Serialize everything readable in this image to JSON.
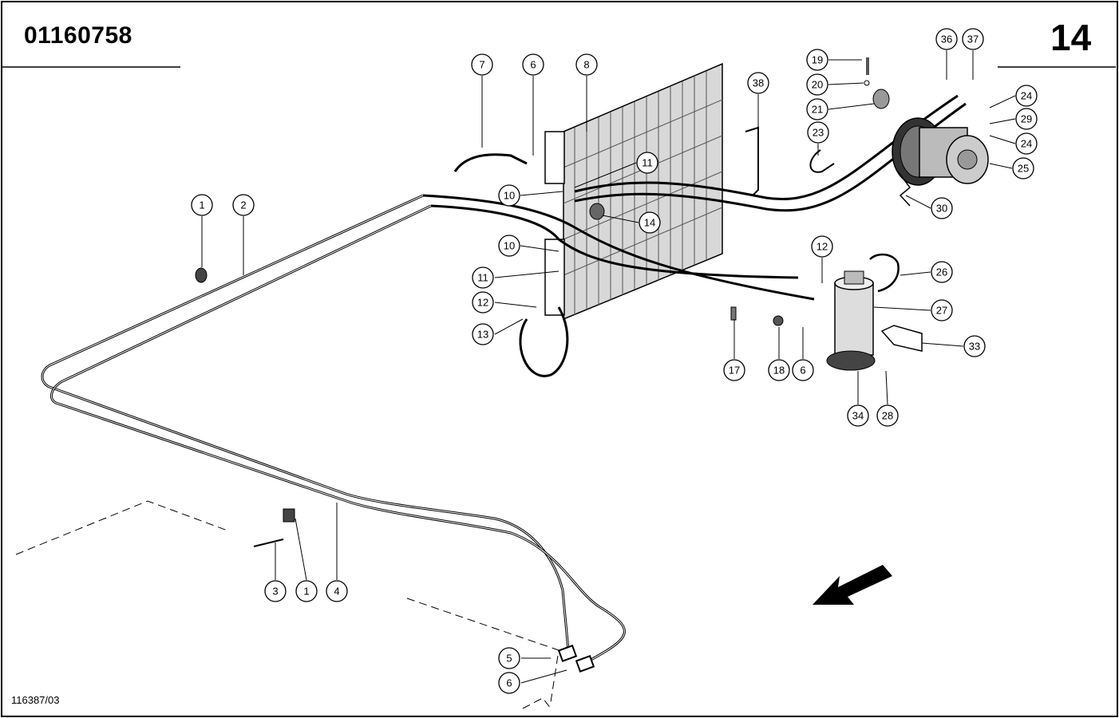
{
  "header": {
    "doc_number": "01160758",
    "page_number": "14"
  },
  "footer": {
    "ref_code": "116387/03"
  },
  "callouts": [
    "1",
    "2",
    "1",
    "3",
    "4",
    "5",
    "6",
    "6",
    "7",
    "8",
    "10",
    "10",
    "11",
    "11",
    "12",
    "12",
    "13",
    "14",
    "17",
    "18",
    "19",
    "20",
    "21",
    "23",
    "24",
    "24",
    "25",
    "26",
    "27",
    "28",
    "29",
    "30",
    "33",
    "34",
    "36",
    "37",
    "38",
    "6"
  ]
}
